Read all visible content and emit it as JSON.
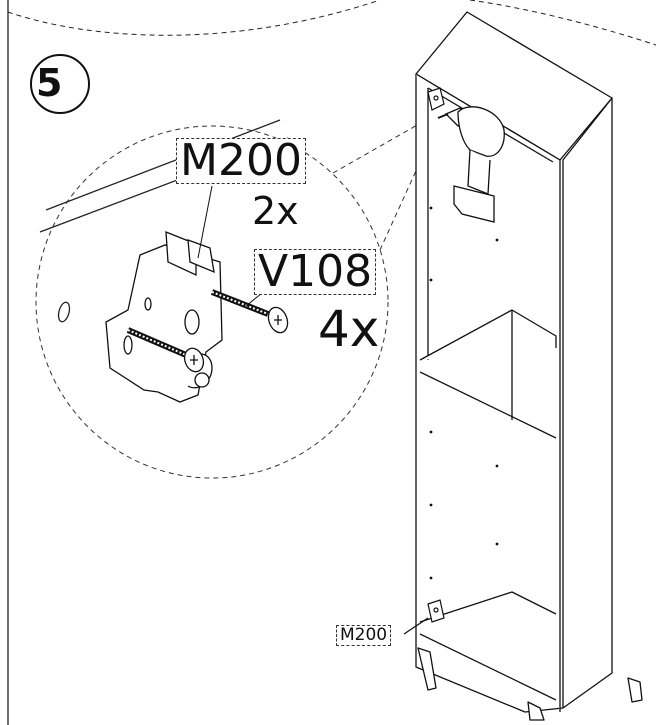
{
  "step": {
    "number": "5"
  },
  "hinge_label": "M200",
  "hinge_qty": "2x",
  "screw_label": "V108",
  "screw_qty": "4x",
  "cabinet_hinge_label": "M200",
  "colors": {
    "ink": "#111111",
    "paper": "#ffffff"
  },
  "icons": [
    "hinge-bracket-icon",
    "screw-icon",
    "drill-icon",
    "cabinet-icon"
  ]
}
